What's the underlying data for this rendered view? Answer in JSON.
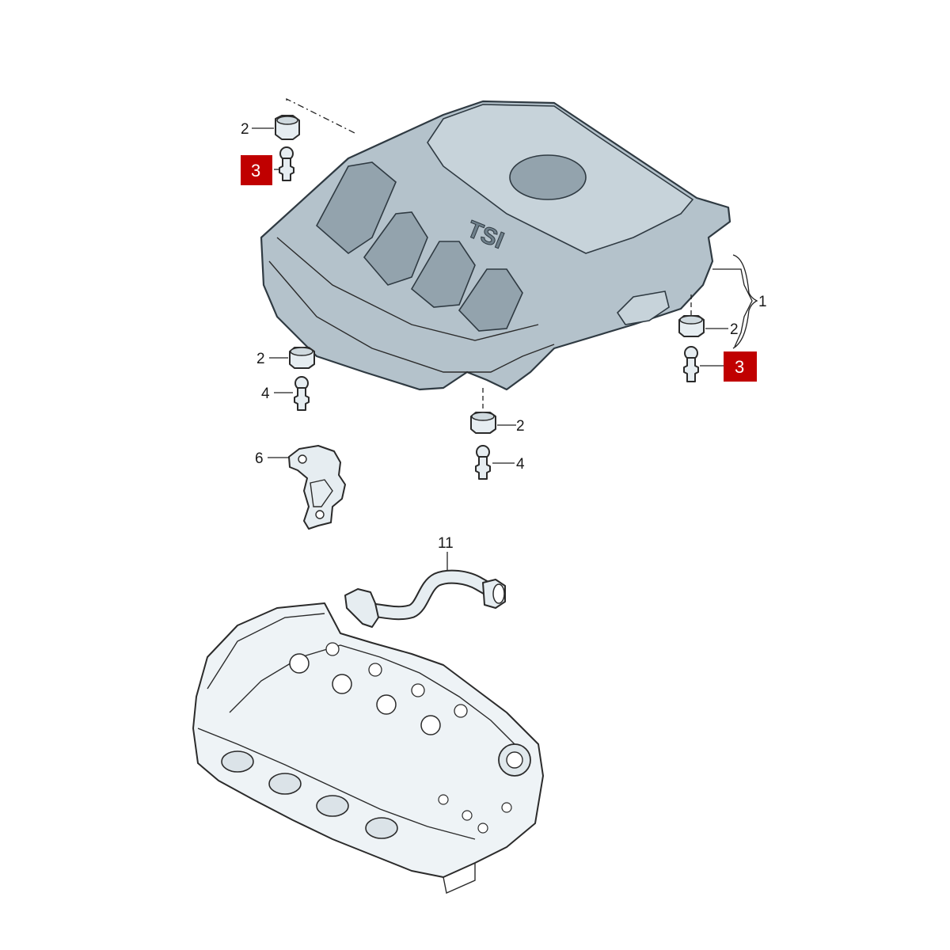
{
  "callouts": {
    "c1": "1",
    "c2_top_left": "2",
    "c3_top_left": "3",
    "c2_mid_left": "2",
    "c4_mid_left": "4",
    "c2_right": "2",
    "c3_right": "3",
    "c2_bottom": "2",
    "c4_bottom": "4",
    "c6": "6",
    "c11": "11"
  },
  "cover_logo": "TSI",
  "colors": {
    "highlight_badge": "#c00000",
    "cover_fill": "#b4c2cb",
    "part_fill": "#e6edf1"
  }
}
